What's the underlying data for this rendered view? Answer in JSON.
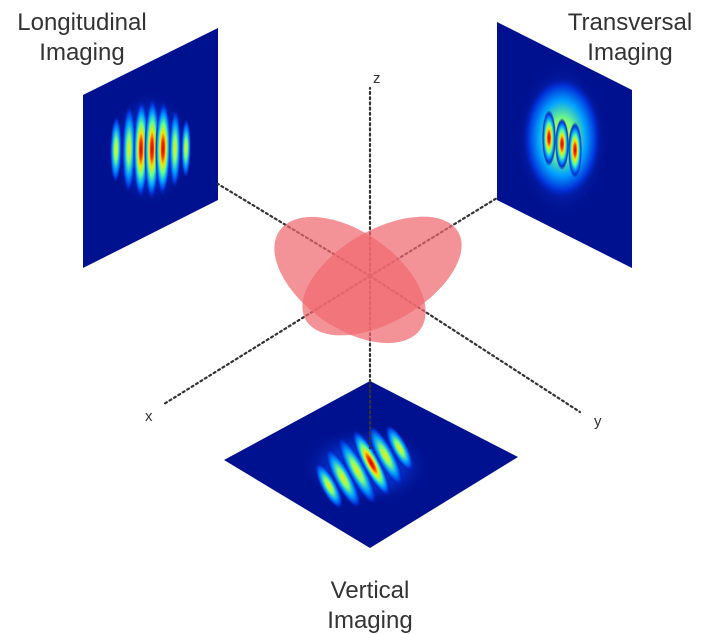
{
  "panels": {
    "longitudinal": {
      "title_line1": "Longitudinal",
      "title_line2": "Imaging"
    },
    "transversal": {
      "title_line1": "Transversal",
      "title_line2": "Imaging"
    },
    "vertical": {
      "title_line1": "Vertical",
      "title_line2": "Imaging"
    }
  },
  "axes": {
    "x": "x",
    "y": "y",
    "z": "z"
  },
  "colors": {
    "panel_background": "#00118f",
    "cloud": "#f06a6f",
    "axis": "#333333",
    "text": "#333333"
  },
  "colormap": "jet"
}
